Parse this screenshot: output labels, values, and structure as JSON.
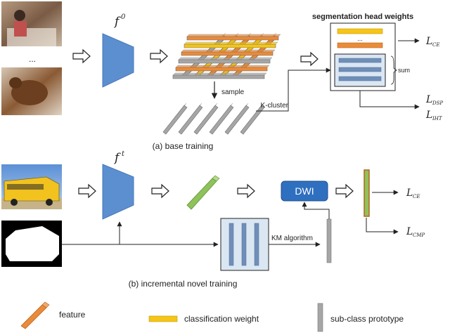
{
  "section_a": {
    "caption": "(a) base training",
    "ellipsis": "...",
    "encoder_label": "f",
    "encoder_sup": "0",
    "sample_label": "sample",
    "kcluster_label": "K-cluster",
    "head_title": "segmentation head weights",
    "head_ellipsis": "...",
    "sum_label": "sum",
    "loss_ce": {
      "main": "L",
      "sub": "CE"
    },
    "loss_dsp": {
      "main": "L",
      "sub": "DSP"
    },
    "loss_iht": {
      "main": "L",
      "sub": "IHT"
    }
  },
  "section_b": {
    "caption": "(b) incremental novel training",
    "encoder_label": "f",
    "encoder_sup": "t",
    "dwi_label": "DWI",
    "km_label": "KM algorithm",
    "loss_ce": {
      "main": "L",
      "sub": "CE"
    },
    "loss_cmp": {
      "main": "L",
      "sub": "CMP"
    }
  },
  "legend": {
    "feature": "feature",
    "classification_weight": "classification weight",
    "subclass_prototype": "sub-class prototype"
  },
  "colors": {
    "encoder": "#5b8fd0",
    "feature_orange": "#ea8b3a",
    "class_weight_yellow": "#f5c518",
    "prototype_gray": "#a6a6a6",
    "novel_feature_green": "#8dc35a",
    "dwi_blue": "#2f6fbf",
    "panel_blue": "#dbe6f3"
  }
}
